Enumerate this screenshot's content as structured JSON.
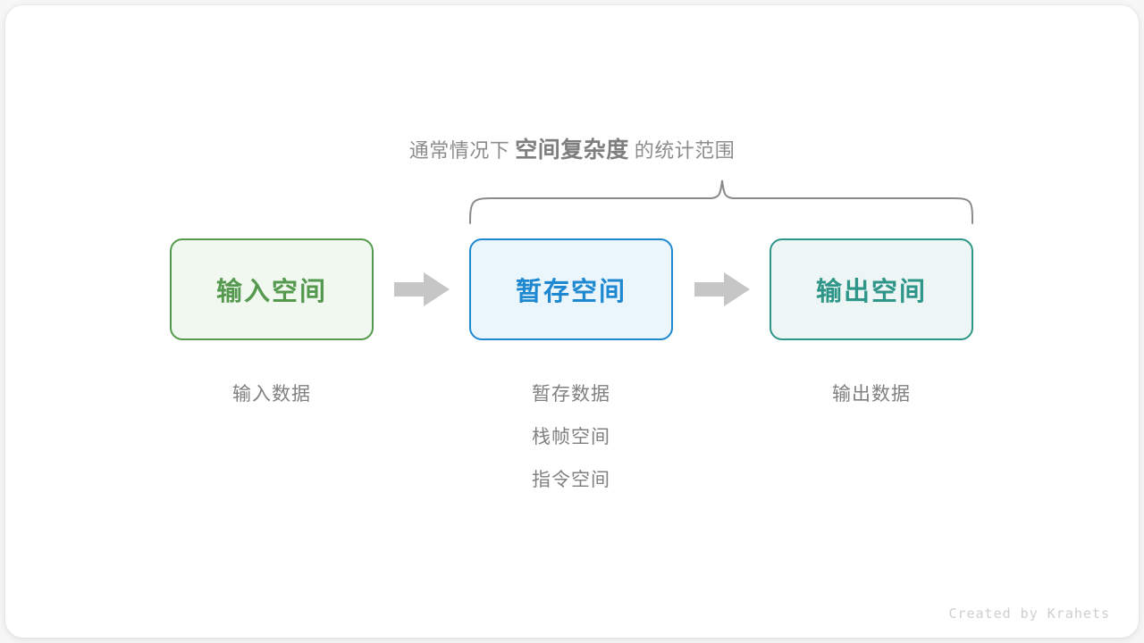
{
  "caption": {
    "prefix": "通常情况下",
    "emphasis": "空间复杂度",
    "suffix": "的统计范围"
  },
  "boxes": [
    {
      "label": "输入空间",
      "color": "#55994f",
      "fill": "#f1f8f0",
      "name": "input-space"
    },
    {
      "label": "暂存空间",
      "color": "#1e88d0",
      "fill": "#eaf5fc",
      "name": "temp-space"
    },
    {
      "label": "输出空间",
      "color": "#2e9589",
      "fill": "#edf6f4",
      "name": "output-space"
    }
  ],
  "arrows": [
    {
      "icon": "right-arrow-icon",
      "color": "#c6c6c6"
    },
    {
      "icon": "right-arrow-icon",
      "color": "#c6c6c6"
    }
  ],
  "under_labels": {
    "input": [
      "输入数据"
    ],
    "temp": [
      "暂存数据",
      "栈帧空间",
      "指令空间"
    ],
    "output": [
      "输出数据"
    ]
  },
  "brace": {
    "color": "#8a8a8a",
    "spans_boxes": [
      "暂存空间",
      "输出空间"
    ]
  },
  "watermark": "Created by Krahets",
  "colors": {
    "page_background": "#f7f7f7",
    "card_background": "#ffffff",
    "text_gray": "#808080",
    "caption_gray": "#8c8c8c",
    "watermark_gray": "#cfcfcf"
  }
}
